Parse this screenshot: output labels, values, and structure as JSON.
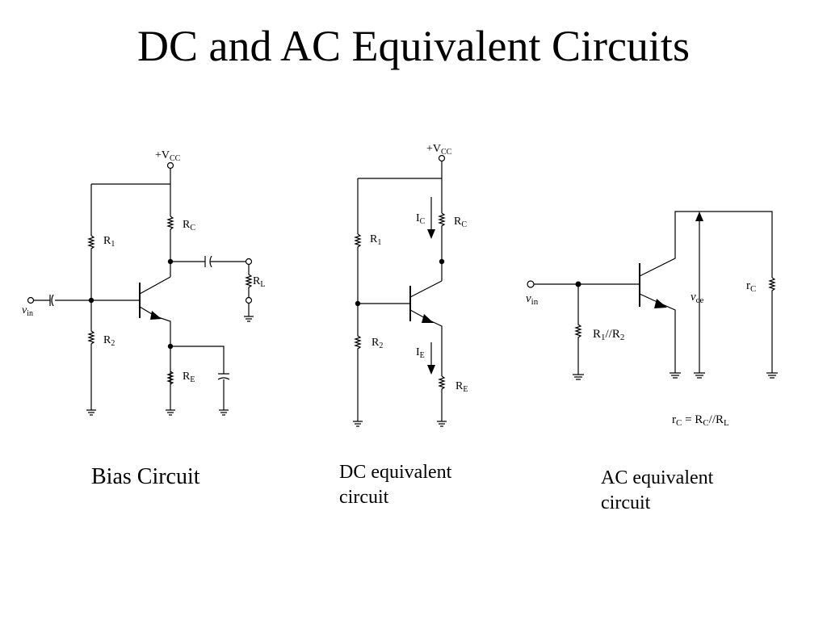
{
  "slide": {
    "title": "DC and AC Equivalent Circuits"
  },
  "bias_circuit": {
    "supply": "+V",
    "supply_sub": "CC",
    "r1": "R",
    "r1_sub": "1",
    "r2": "R",
    "r2_sub": "2",
    "rc": "R",
    "rc_sub": "C",
    "re": "R",
    "re_sub": "E",
    "rl": "R",
    "rl_sub": "L",
    "vin": "v",
    "vin_sub": "in",
    "caption": "Bias Circuit"
  },
  "dc_circuit": {
    "supply": "+V",
    "supply_sub": "CC",
    "r1": "R",
    "r1_sub": "1",
    "r2": "R",
    "r2_sub": "2",
    "rc": "R",
    "rc_sub": "C",
    "re": "R",
    "re_sub": "E",
    "ic": "I",
    "ic_sub": "C",
    "ie": "I",
    "ie_sub": "E",
    "caption": "DC equivalent circuit"
  },
  "ac_circuit": {
    "vin": "v",
    "vin_sub": "in",
    "rpar_a": "R",
    "rpar_a_sub": "1",
    "rpar_mid": "//R",
    "rpar_b_sub": "2",
    "vce": "v",
    "vce_sub": "ce",
    "rc": "r",
    "rc_sub": "C",
    "eq_a": "r",
    "eq_a_sub": "C",
    "eq_mid": " = R",
    "eq_b_sub": "C",
    "eq_mid2": "//R",
    "eq_c_sub": "L",
    "caption": "AC equivalent circuit"
  }
}
